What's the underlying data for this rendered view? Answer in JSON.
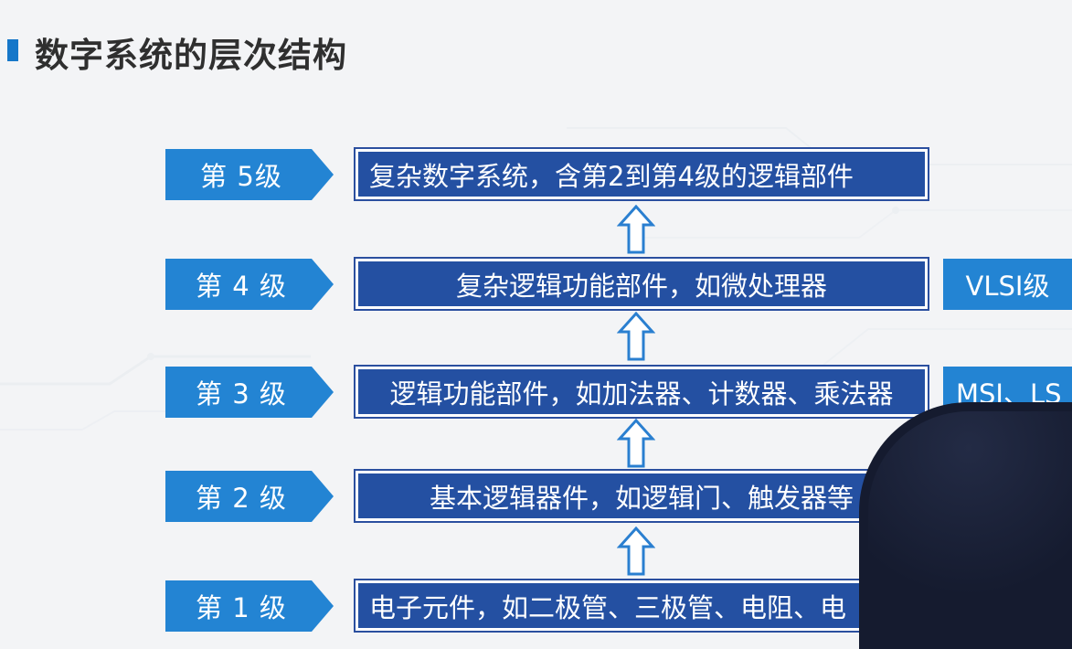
{
  "title": "数字系统的层次结构",
  "levels": [
    {
      "label": "第 5级",
      "description": "复杂数字系统，含第2到第4级的逻辑部件"
    },
    {
      "label": "第 4 级",
      "description": "复杂逻辑功能部件，如微处理器",
      "tag": "VLSI级"
    },
    {
      "label": "第 3 级",
      "description": "逻辑功能部件，如加法器、计数器、乘法器",
      "tag": "MSI、LS"
    },
    {
      "label": "第 2 级",
      "description": "基本逻辑器件，如逻辑门、触发器等"
    },
    {
      "label": "第 1 级",
      "description": "电子元件，如二极管、三极管、电阻、电"
    }
  ],
  "colors": {
    "label_blue": "#2384d3",
    "box_navy": "#2450a2",
    "accent": "#1677c9"
  },
  "icons": {
    "arrow": "up-arrow-icon",
    "title_mark": "square-bullet-icon"
  }
}
